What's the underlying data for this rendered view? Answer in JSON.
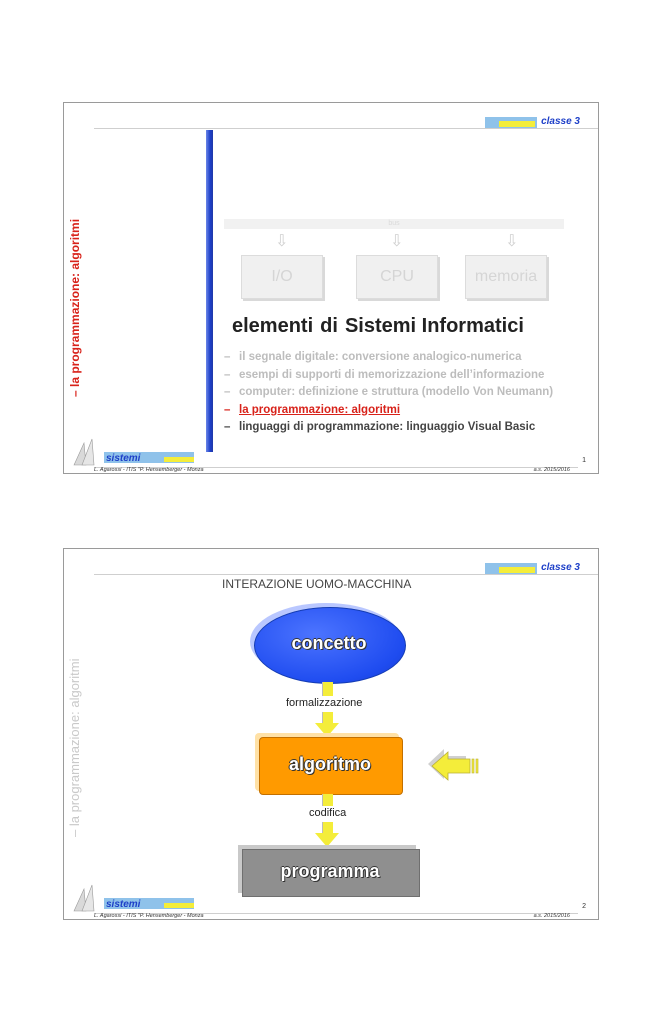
{
  "slides": [
    {
      "classe": "classe 3",
      "side_title": "– la programmazione: algoritmi",
      "bus": "bus",
      "boxes": [
        "I/O",
        "CPU",
        "memoria"
      ],
      "heading": [
        "elementi",
        "di",
        "Sistemi Informatici"
      ],
      "items": [
        {
          "dash": "–",
          "text": "il segnale digitale: conversione analogico-numerica"
        },
        {
          "dash": "–",
          "text": "esempi di supporti di memorizzazione dell’informazione"
        },
        {
          "dash": "–",
          "text": "computer: definizione e struttura (modello Von Neumann)"
        },
        {
          "dash": "–",
          "text": "la programmazione: algoritmi"
        },
        {
          "dash": "–",
          "text": "linguaggi di programmazione: linguaggio Visual Basic"
        }
      ],
      "footer": {
        "sistemi": "sistemi",
        "author": "L. Agarossi - ITIS \"P. Hensemberger - Monza",
        "year": "a.s. 2015/2016",
        "page": "1"
      }
    },
    {
      "classe": "classe 3",
      "side_title": "– la programmazione: algoritmi",
      "title": "INTERAZIONE UOMO-MACCHINA",
      "concetto": "concetto",
      "formalizzazione": "formalizzazione",
      "algoritmo": "algoritmo",
      "codifica": "codifica",
      "programma": "programma",
      "footer": {
        "sistemi": "sistemi",
        "author": "L. Agarossi - ITIS \"P. Hensemberger - Monza",
        "year": "a.s. 2015/2016",
        "page": "2"
      }
    }
  ],
  "colors": {
    "accent_blue": "#1d3fc8",
    "accent_red": "#d8221a",
    "yellow": "#f4ed3a",
    "orange": "#ff9a00"
  }
}
